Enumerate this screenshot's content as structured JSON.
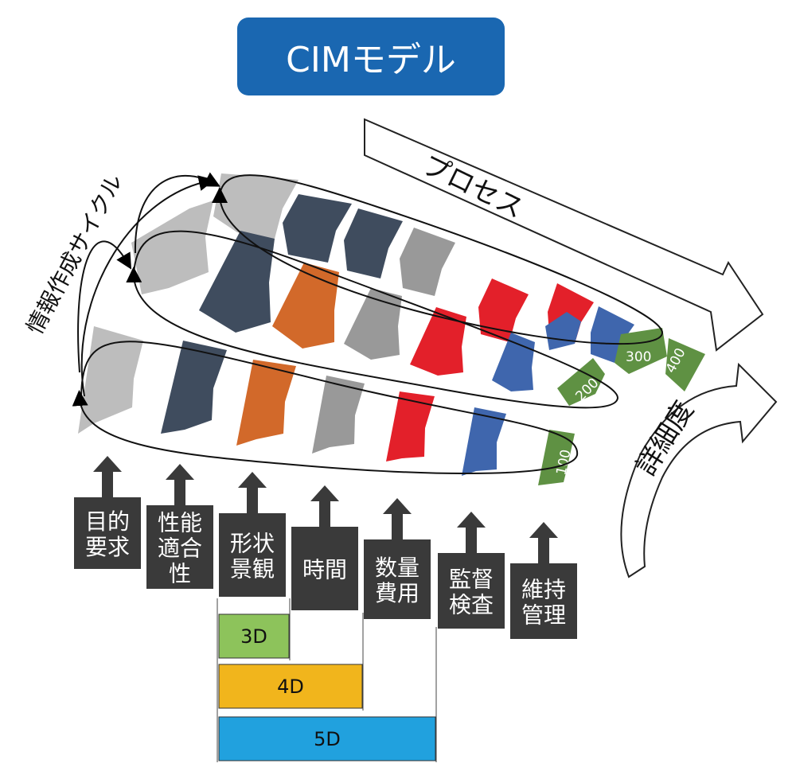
{
  "title": "CIMモデル",
  "labels": {
    "process": "プロセス",
    "cycle": "情報作成サイクル",
    "detail": "詳細度"
  },
  "lod_tags": [
    "100",
    "200",
    "300",
    "400"
  ],
  "stages": [
    {
      "lines": [
        "目的",
        "要求"
      ]
    },
    {
      "lines": [
        "性能",
        "適合",
        "性"
      ]
    },
    {
      "lines": [
        "形状",
        "景観"
      ]
    },
    {
      "lines": [
        "時間"
      ]
    },
    {
      "lines": [
        "数量",
        "費用"
      ]
    },
    {
      "lines": [
        "監督",
        "検査"
      ]
    },
    {
      "lines": [
        "維持",
        "管理"
      ]
    }
  ],
  "dimensions": [
    {
      "label": "3D",
      "color": "#8dc35b"
    },
    {
      "label": "4D",
      "color": "#f1b51c"
    },
    {
      "label": "5D",
      "color": "#21a1de"
    }
  ],
  "colors": {
    "title_bg": "#1a67b1",
    "stage_box": "#3a3a3a",
    "stage_gray_light": "#bdbdbd",
    "stage_navy": "#3f4c5e",
    "stage_orange": "#d2692a",
    "stage_gray_mid": "#999999",
    "stage_red": "#e3202a",
    "stage_blue": "#3f66ad",
    "lod_green": "#5f9143"
  }
}
